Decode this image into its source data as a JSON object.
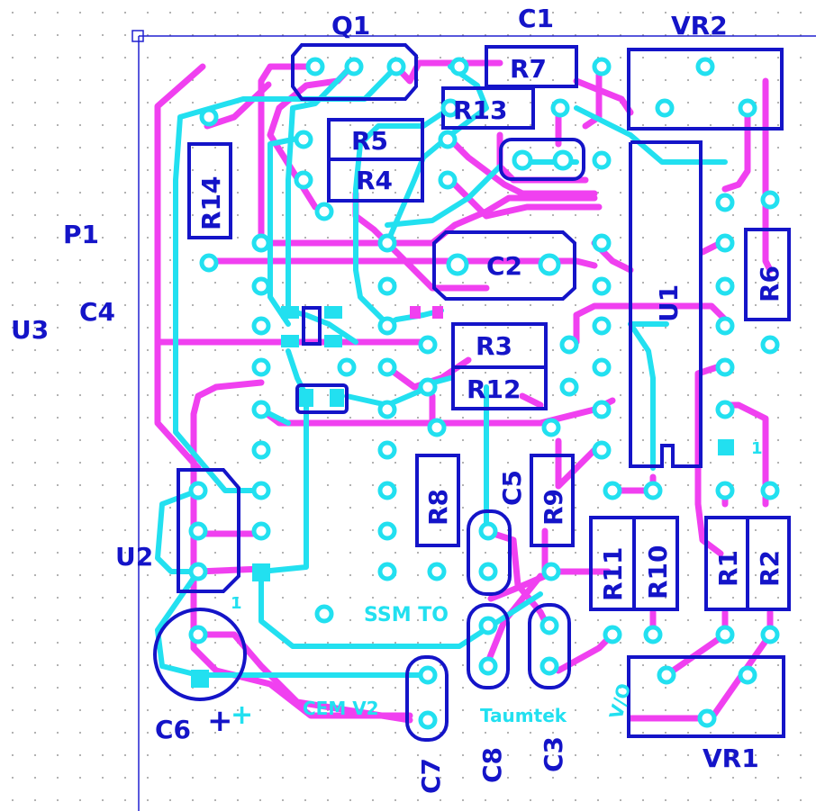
{
  "colors": {
    "silkscreen": "#1414c8",
    "top_copper": "#22e0f0",
    "bottom_copper": "#f040f0",
    "grid": "#9a9a9a",
    "background": "#ffffff"
  },
  "labels": {
    "q1": "Q1",
    "c1": "C1",
    "vr2": "VR2",
    "r7": "R7",
    "r13": "R13",
    "r5": "R5",
    "r4": "R4",
    "r14": "R14",
    "p1": "P1",
    "c4": "C4",
    "u3": "U3",
    "c2": "C2",
    "u1": "U1",
    "r6": "R6",
    "r3": "R3",
    "r12": "R12",
    "r8": "R8",
    "c5": "C5",
    "r9": "R9",
    "r11": "R11",
    "r10": "R10",
    "r1": "R1",
    "r2": "R2",
    "u2": "U2",
    "c6": "C6",
    "c7": "C7",
    "c8": "C8",
    "c3": "C3",
    "vr1": "VR1",
    "pin1_u1": "1",
    "pin1_u2": "1",
    "plus": "+",
    "plus_copper": "+"
  },
  "copper_text": {
    "ssm": "SSM TO",
    "cem": "CEM V2",
    "taum": "Taumtek",
    "vo": "V/O"
  }
}
